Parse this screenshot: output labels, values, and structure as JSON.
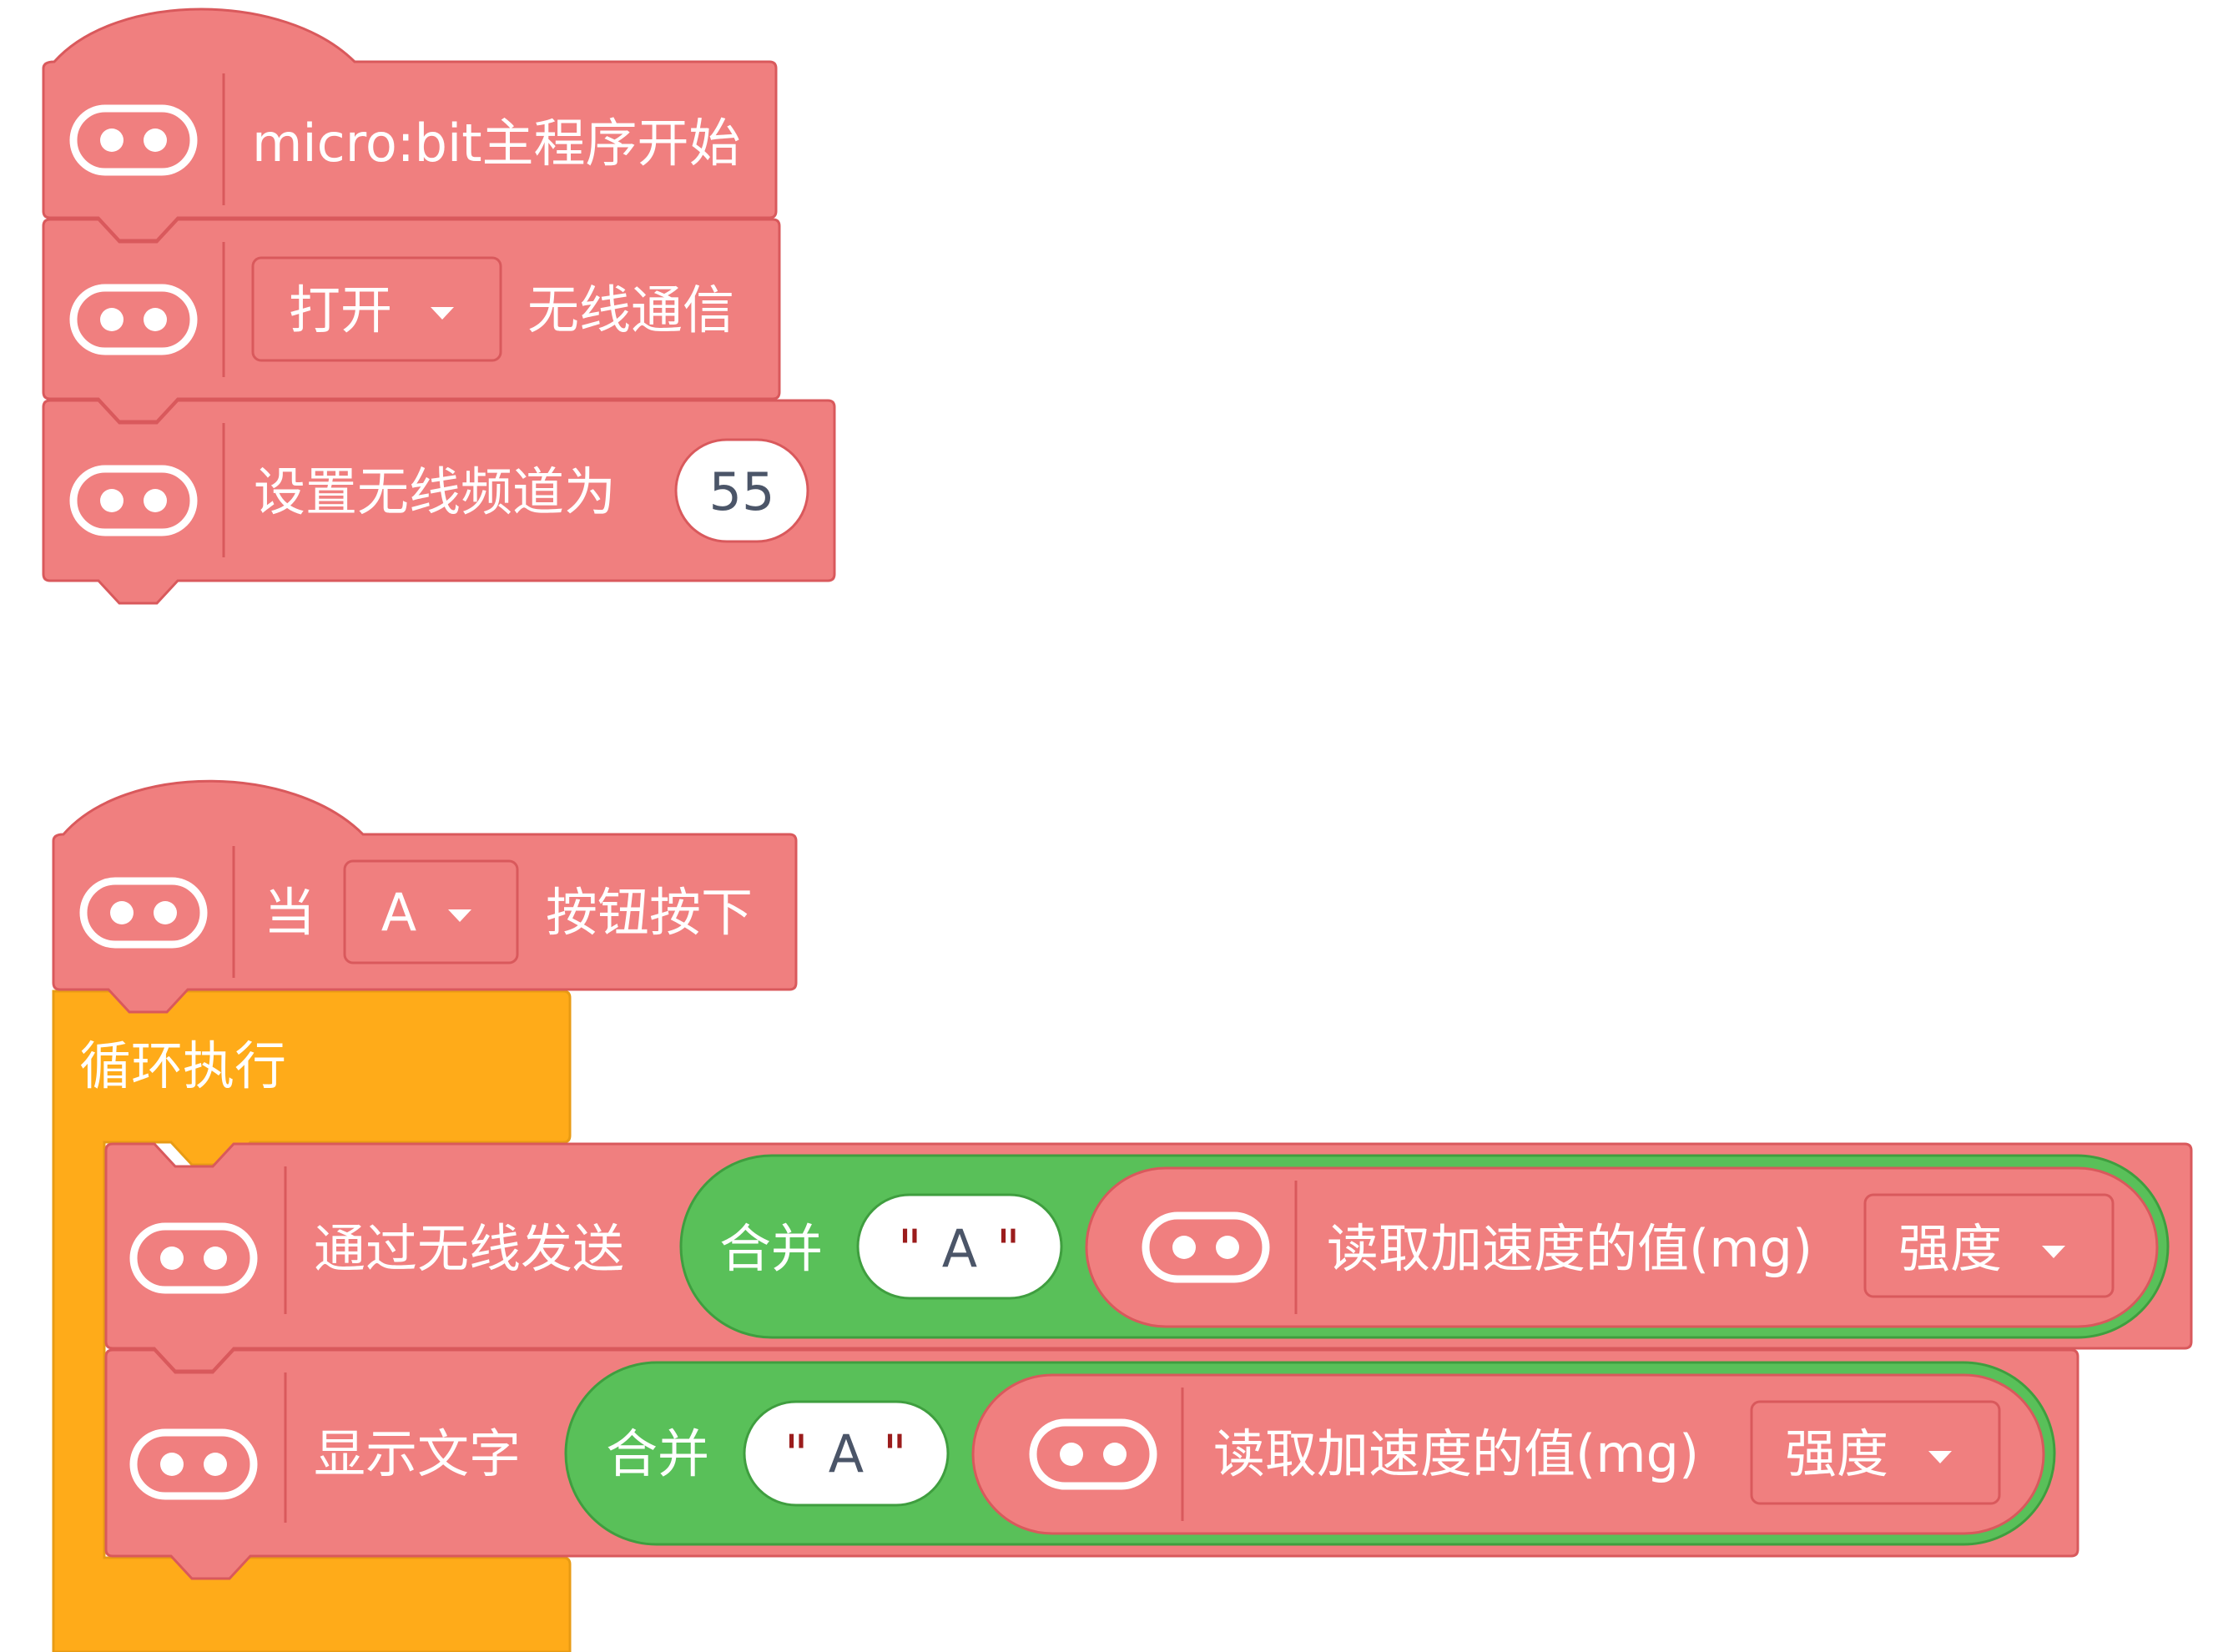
{
  "colors": {
    "block_red": "#f07f7f",
    "block_red_stroke": "#d9595c",
    "loop_orange": "#ffab19",
    "loop_orange_stroke": "#e89b14",
    "join_green": "#59c059",
    "join_green_stroke": "#3f9e3f",
    "white": "#ffffff",
    "input_text": "#4b5568"
  },
  "script1": {
    "hat_label": "micro:bit主程序开始",
    "radio": {
      "dropdown_value": "打开",
      "label": "无线通信"
    },
    "channel": {
      "label": "设置无线频道为",
      "value": "55"
    }
  },
  "script2": {
    "hat": {
      "prefix": "当",
      "button_value": "A",
      "suffix": "按钮按下"
    },
    "loop_label": "循环执行",
    "send": {
      "label": "通过无线发送",
      "join_label": "合并",
      "string_value": "A",
      "sensor_label": "读取加速度的值(mg)",
      "sensor_option": "强度"
    },
    "show": {
      "label": "显示文字",
      "join_label": "合并",
      "string_value": "A",
      "sensor_label": "读取加速度的值(mg)",
      "sensor_option": "强度"
    }
  },
  "icons": [
    "microbit-icon",
    "dropdown-arrow-icon"
  ]
}
